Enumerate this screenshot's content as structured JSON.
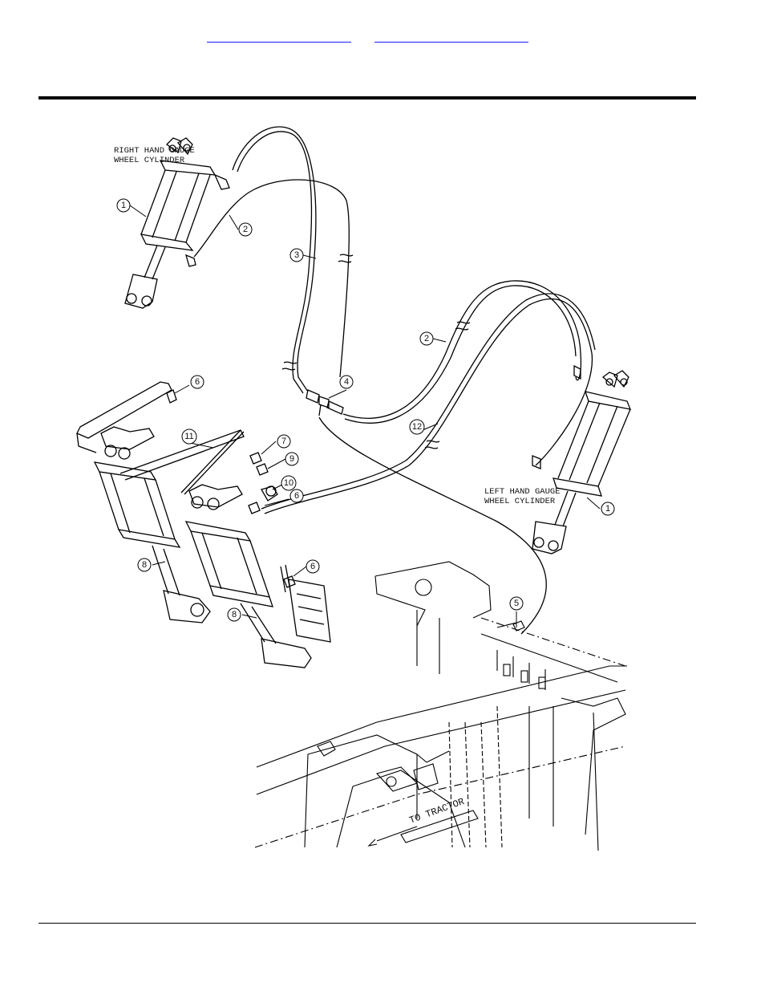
{
  "header": {
    "links": [
      "",
      ""
    ]
  },
  "diagram": {
    "labels": {
      "right_line1": "RIGHT HAND GAUGE",
      "right_line2": "WHEEL CYLINDER",
      "left_line1": "LEFT HAND GAUGE",
      "left_line2": "WHEEL CYLINDER",
      "to_tractor": "TO TRACTOR"
    },
    "callouts": [
      "1",
      "2",
      "3",
      "2",
      "4",
      "6",
      "11",
      "7",
      "9",
      "10",
      "6",
      "12",
      "1",
      "8",
      "6",
      "8",
      "5"
    ]
  }
}
